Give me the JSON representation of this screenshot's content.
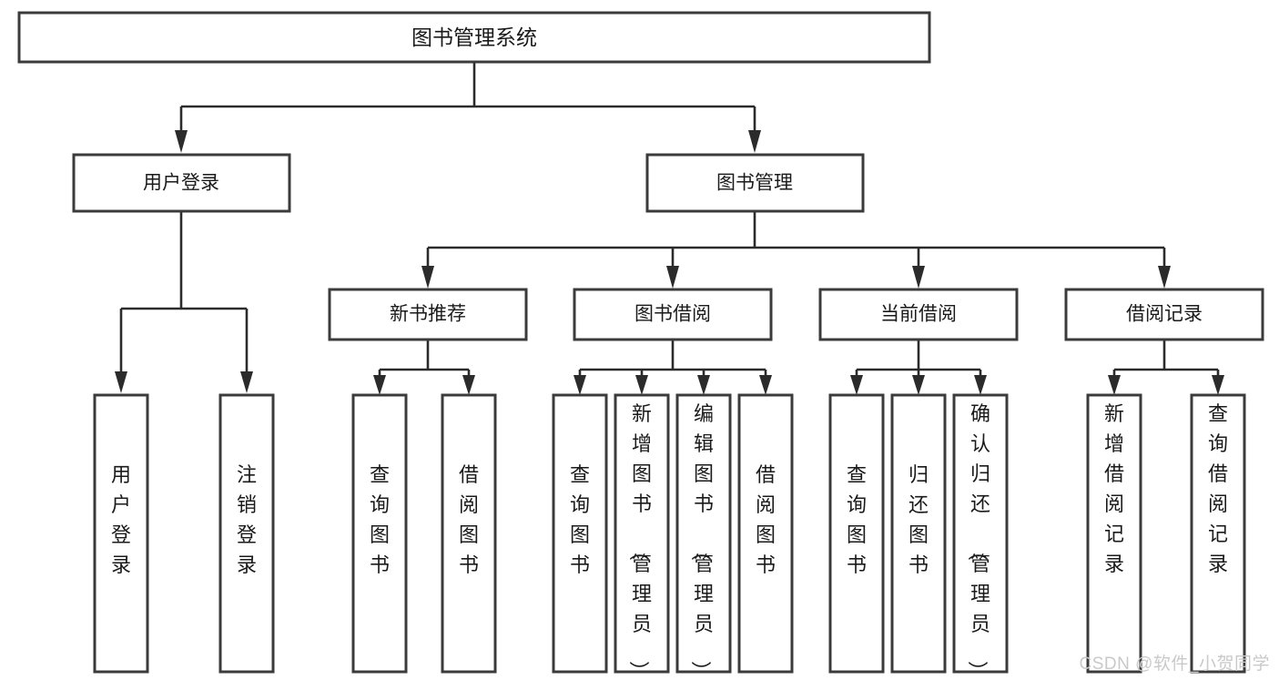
{
  "diagram": {
    "type": "tree",
    "title": "图书管理系统",
    "watermark": "CSDN @软件_小贺同学",
    "colors": {
      "box_border": "#3b3b3b",
      "connector": "#2b2b2b",
      "box_fill": "#ffffff",
      "text": "#1a1a1a",
      "watermark": "#c9c9c9"
    },
    "nodes": {
      "root": {
        "label": "图书管理系统"
      },
      "level1": [
        {
          "label": "用户登录"
        },
        {
          "label": "图书管理"
        }
      ],
      "level2": [
        {
          "label": "新书推荐"
        },
        {
          "label": "图书借阅"
        },
        {
          "label": "当前借阅"
        },
        {
          "label": "借阅记录"
        }
      ],
      "leaves": {
        "user_login": [
          {
            "label": "用户登录"
          },
          {
            "label": "注销登录"
          }
        ],
        "new_book_recommend": [
          {
            "label": "查询图书"
          },
          {
            "label": "借阅图书"
          }
        ],
        "book_borrow": [
          {
            "label": "查询图书"
          },
          {
            "label": "新增图书（管理员）"
          },
          {
            "label": "编辑图书（管理员）"
          },
          {
            "label": "借阅图书"
          }
        ],
        "current_borrow": [
          {
            "label": "查询图书"
          },
          {
            "label": "归还图书"
          },
          {
            "label": "确认归还（管理员）"
          }
        ],
        "borrow_record": [
          {
            "label": "新增借阅记录"
          },
          {
            "label": "查询借阅记录"
          }
        ]
      }
    }
  }
}
